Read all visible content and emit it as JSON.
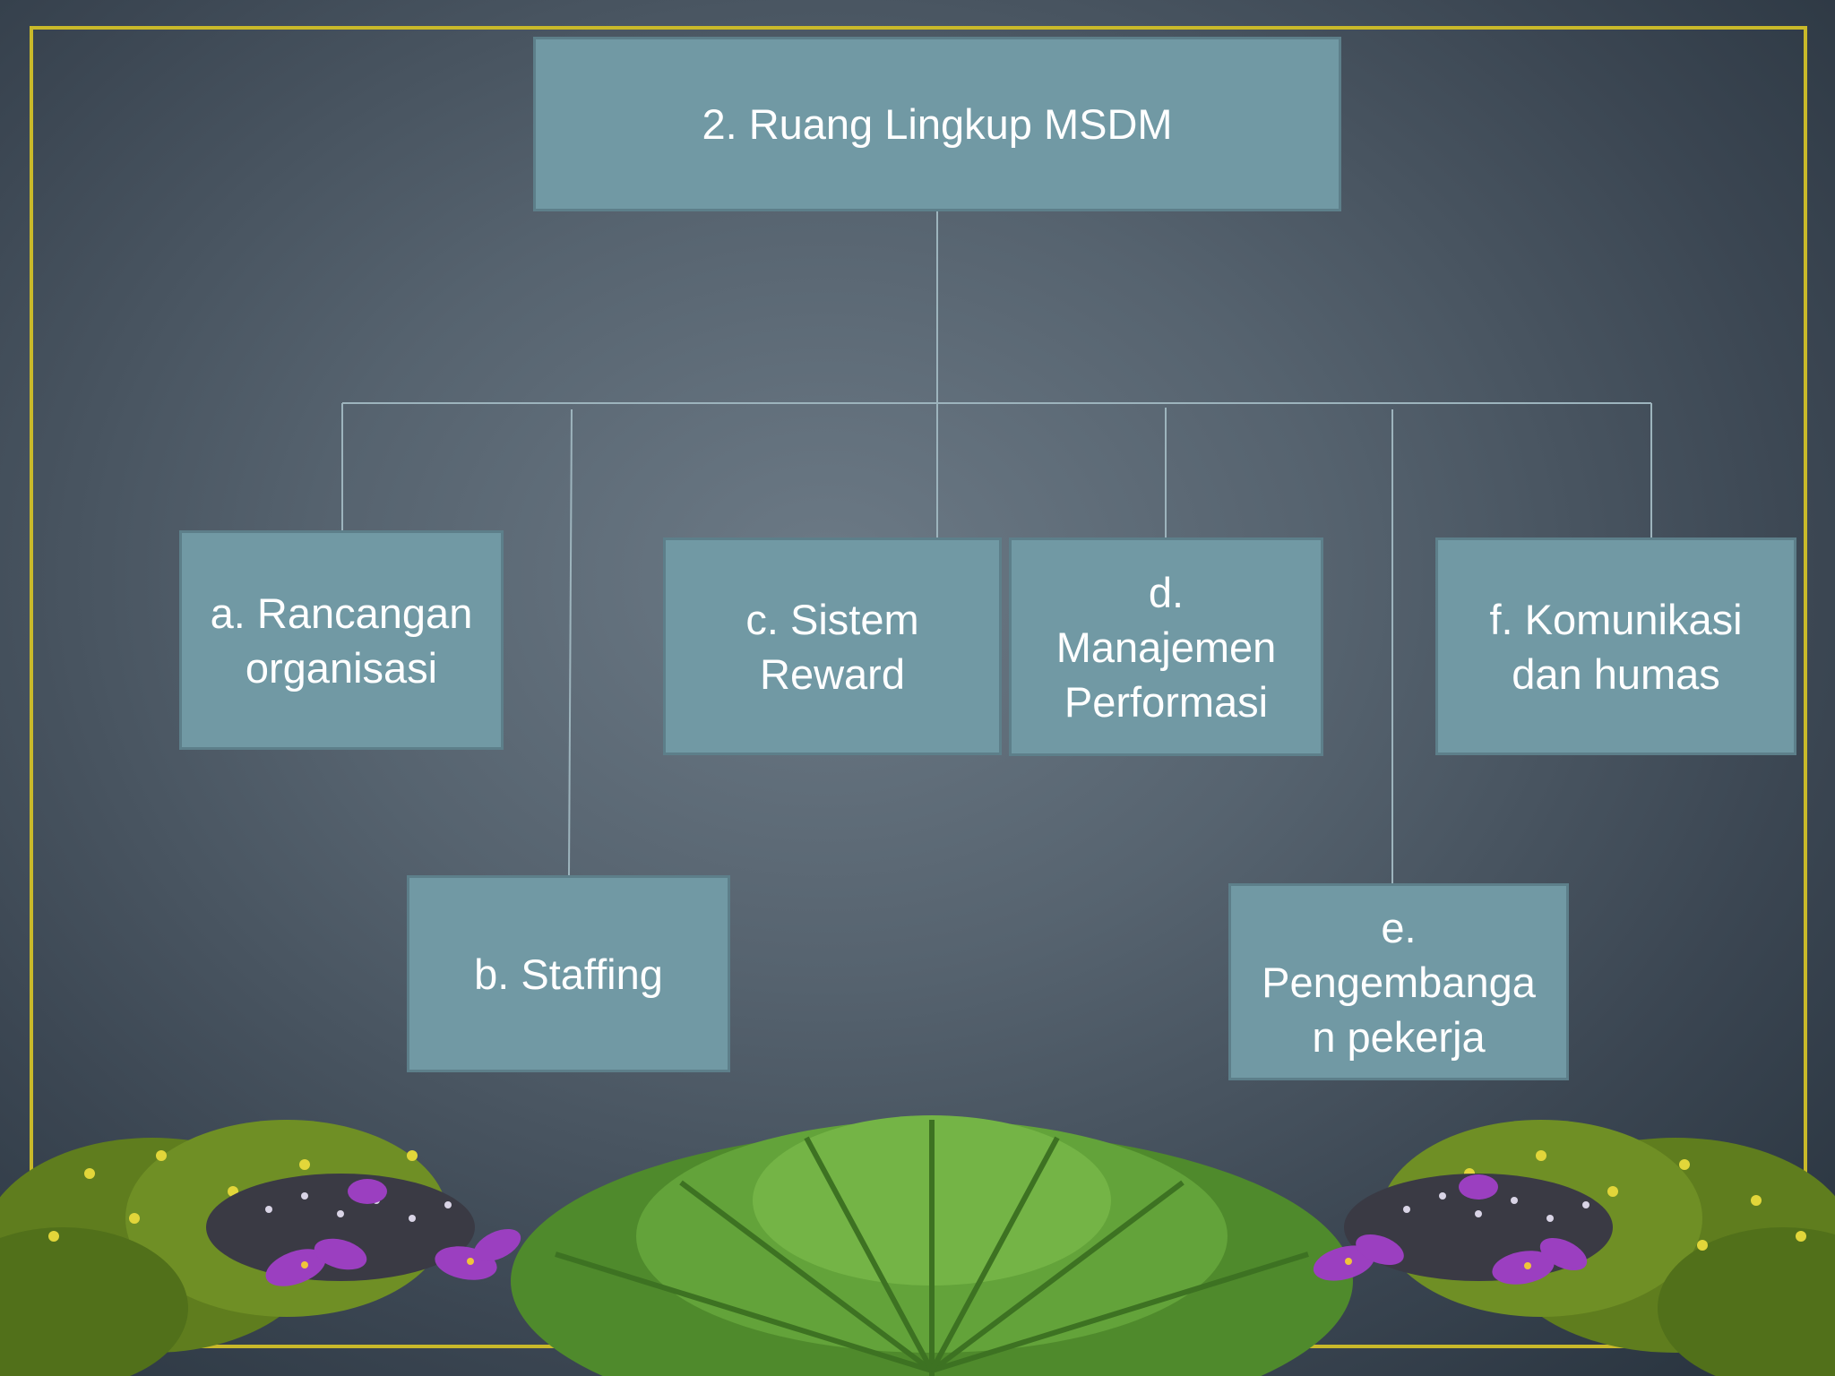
{
  "diagram": {
    "root": "2. Ruang Lingkup MSDM",
    "items": [
      "a. Rancangan\norganisasi",
      "b. Staffing",
      "c. Sistem\nReward",
      "d.\nManajemen\nPerformasi",
      "e.\nPengembanga\nn pekerja",
      "f. Komunikasi\ndan humas"
    ]
  },
  "colors": {
    "box_fill": "#7199a4",
    "box_border": "#5d7f8a",
    "frame": "#c9b92a",
    "connector": "#9db4bd"
  }
}
